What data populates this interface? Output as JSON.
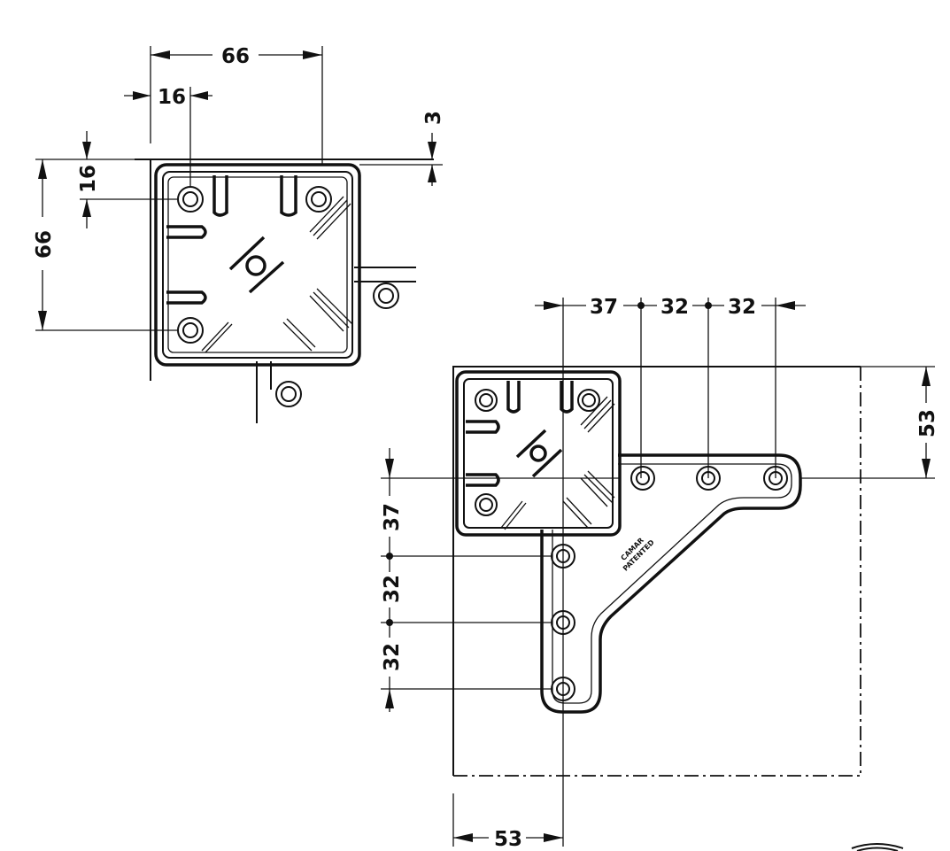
{
  "top_view": {
    "width_label": "66",
    "hole_offset_x_label": "16",
    "height_label": "66",
    "hole_offset_y_label": "16",
    "clearance_label": "3"
  },
  "bottom_view": {
    "spacing_labels": [
      "37",
      "32",
      "32"
    ],
    "vertical_spacing_labels": [
      "37",
      "32",
      "32"
    ],
    "right_offset_label": "53",
    "bottom_offset_label": "53",
    "brand_text": "CAMAR",
    "patent_text": "PATENTED"
  }
}
